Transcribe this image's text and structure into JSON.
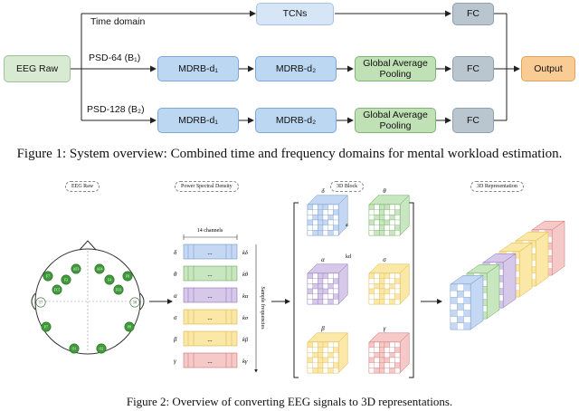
{
  "figure1": {
    "labels": {
      "eeg_raw": "EEG Raw",
      "time_domain": "Time domain",
      "psd64": "PSD-64 (B₁)",
      "psd128": "PSD-128 (B₂)",
      "tcns": "TCNs",
      "fc": "FC",
      "mdrb1": "MDRB-d₁",
      "mdrb2": "MDRB-d₂",
      "gap": "Global Average Pooling",
      "output": "Output"
    },
    "colors": {
      "eeg_raw": "#d9ead3",
      "tcns": "#d6e6f7",
      "mdrb": "#bcd7f1",
      "gap": "#bfe1b5",
      "fc": "#b9c6d0",
      "output": "#f9cc95"
    },
    "caption": "Figure 1: System overview: Combined time and frequency domains for mental workload estimation."
  },
  "figure2": {
    "sections": {
      "eeg_raw": "EEG Raw",
      "psd": "Power Spectral Density",
      "block3d": "3D Block",
      "rep3d": "3D Representation"
    },
    "electrodes": [
      "AF3",
      "AF4",
      "F7",
      "F3",
      "F4",
      "F8",
      "FC5",
      "FC6",
      "T7",
      "T8",
      "P7",
      "P8",
      "O1",
      "O2"
    ],
    "channels_label": "14 channels",
    "sample_freq_label": "Sample frequencies",
    "bands": [
      {
        "greek": "δ",
        "k": "kδ",
        "color": "#c5d8f3"
      },
      {
        "greek": "θ",
        "k": "kθ",
        "color": "#c8e6bf"
      },
      {
        "greek": "α",
        "k": "kα",
        "color": "#d5c8e8"
      },
      {
        "greek": "σ",
        "k": "kσ",
        "color": "#fbe7a6"
      },
      {
        "greek": "β",
        "k": "kβ",
        "color": "#fbe7a6"
      },
      {
        "greek": "γ",
        "k": "kγ",
        "color": "#f6c9c9"
      }
    ],
    "ellipsis": "...",
    "cube_dims": [
      "a",
      "kd"
    ],
    "caption": "Figure 2: Overview of converting EEG signals to 3D representations."
  }
}
